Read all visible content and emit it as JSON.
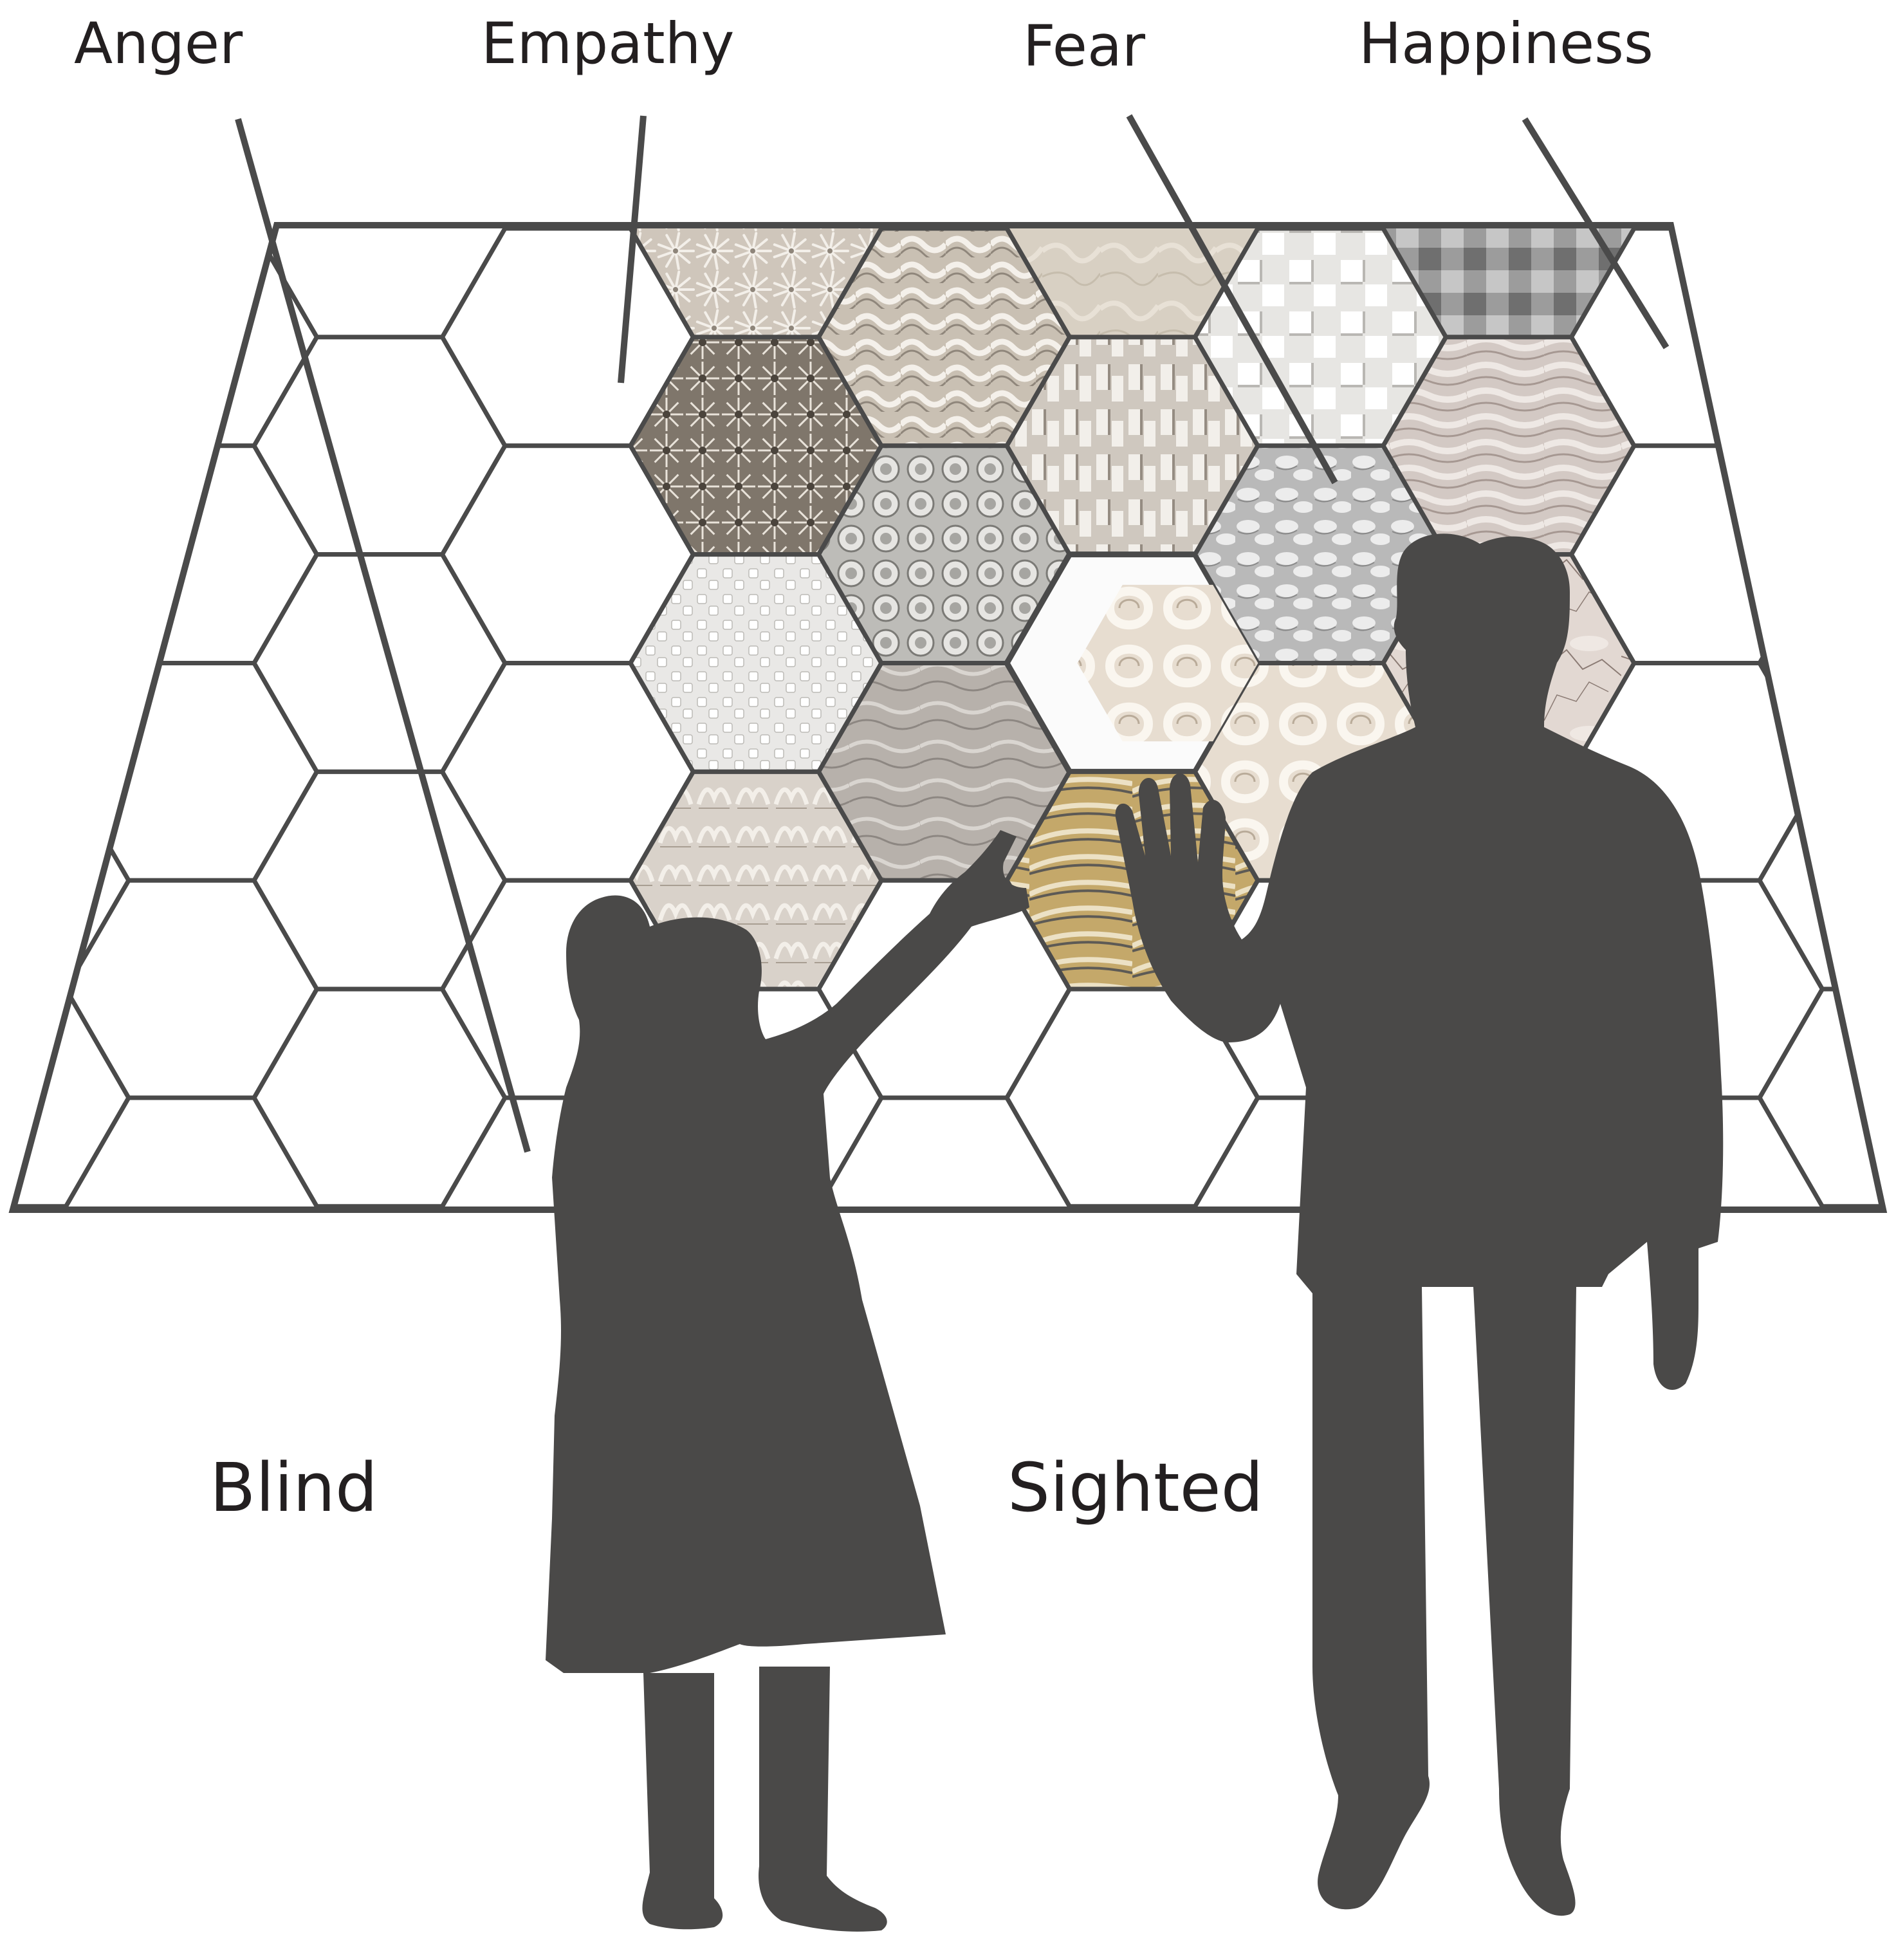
{
  "diagram": {
    "emotion_labels": [
      "Anger",
      "Empathy",
      "Fear",
      "Happiness"
    ],
    "viewer_labels": {
      "left": "Blind",
      "right": "Sighted"
    },
    "colors": {
      "outline": "#4a4a4a",
      "silhouette": "#4a4948",
      "background": "#ffffff",
      "empty_cell": "#ffffff",
      "highlight_cell": "#fbfbfb"
    },
    "textures": [
      {
        "name": "spiky-radial",
        "base": "#cfc6bb",
        "mark": "#f3efe9",
        "dark": "#8e857a"
      },
      {
        "name": "woven-ribbon",
        "base": "#c9c0b3",
        "mark": "#f4f0ea",
        "dark": "#8f867b"
      },
      {
        "name": "sand-relief",
        "base": "#d8d0c3",
        "mark": "#e8e1d6",
        "dark": "#b3a998"
      },
      {
        "name": "white-cubes",
        "base": "#e7e6e3",
        "mark": "#ffffff",
        "dark": "#b9b7b3"
      },
      {
        "name": "grey-cubes",
        "base": "#9c9c9c",
        "mark": "#c6c6c6",
        "dark": "#6f6f6f"
      },
      {
        "name": "dark-spikes",
        "base": "#7f766b",
        "mark": "#e9e3da",
        "dark": "#4b443c"
      },
      {
        "name": "tubes",
        "base": "#bdbcb8",
        "mark": "#e6e5e2",
        "dark": "#7b7a76"
      },
      {
        "name": "block-columns",
        "base": "#cfc8bf",
        "mark": "#f2efea",
        "dark": "#958c82"
      },
      {
        "name": "petals-grey",
        "base": "#b9b9b9",
        "mark": "#ececec",
        "dark": "#8a8a8a"
      },
      {
        "name": "ruffles",
        "base": "#d3c9c4",
        "mark": "#eee8e4",
        "dark": "#a69892"
      },
      {
        "name": "lattice-white",
        "base": "#e9e8e6",
        "mark": "#ffffff",
        "dark": "#bcbab6"
      },
      {
        "name": "knots-cream",
        "base": "#e7ddd0",
        "mark": "#faf6ef",
        "dark": "#b9ab99"
      },
      {
        "name": "marble",
        "base": "#e2d8d2",
        "mark": "#efe8e3",
        "dark": "#8b7b74"
      },
      {
        "name": "feather-gold",
        "base": "#c4a86a",
        "mark": "#ece1c5",
        "dark": "#5d5a55"
      },
      {
        "name": "dune-grey",
        "base": "#b7b1ab",
        "mark": "#d9d5d0",
        "dark": "#8d8782"
      },
      {
        "name": "clay-frill",
        "base": "#d9d2ca",
        "mark": "#f3efe9",
        "dark": "#a89e92"
      }
    ]
  }
}
